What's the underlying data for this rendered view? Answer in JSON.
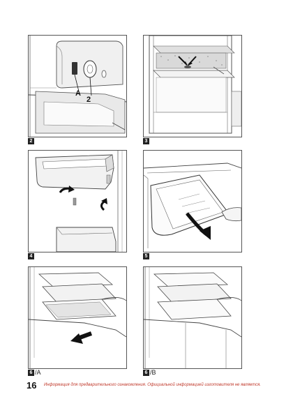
{
  "figures": [
    {
      "num": "2",
      "suffix": "",
      "callouts": [
        "A",
        "2"
      ]
    },
    {
      "num": "3",
      "suffix": ""
    },
    {
      "num": "4",
      "suffix": ""
    },
    {
      "num": "5",
      "suffix": ""
    },
    {
      "num": "6",
      "suffix": "/A"
    },
    {
      "num": "6",
      "suffix": "/B"
    }
  ],
  "footer": {
    "page_number": "16",
    "disclaimer": "Информация для предварительного ознакомления. Официальной информацией изготовителя не является."
  },
  "colors": {
    "border": "#555555",
    "disclaimer": "#c0392b",
    "arrow": "#111111",
    "frost": "#d9d9d9"
  }
}
